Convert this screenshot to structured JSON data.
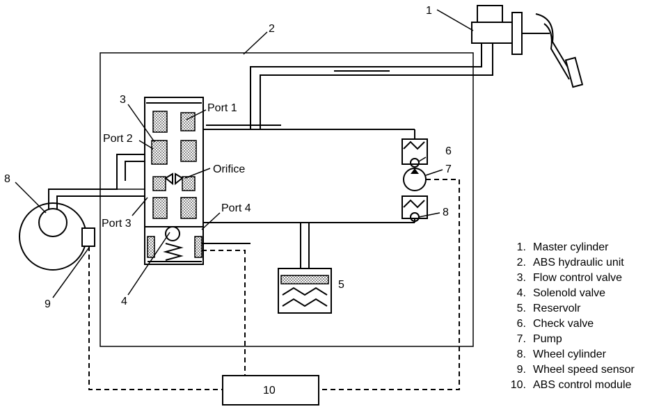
{
  "callouts": {
    "c1": "1",
    "c2": "2",
    "c3": "3",
    "c4": "4",
    "c5": "5",
    "c6": "6",
    "c7": "7",
    "c8": "8",
    "c8b": "8",
    "c9": "9",
    "c10": "10"
  },
  "ports": {
    "port1": "Port 1",
    "port2": "Port 2",
    "port3": "Port 3",
    "port4": "Port 4",
    "orifice": "Orifice"
  },
  "legend": [
    {
      "num": "1.",
      "label": "Master cylinder"
    },
    {
      "num": "2.",
      "label": "ABS hydraulic unit"
    },
    {
      "num": "3.",
      "label": "Flow control valve"
    },
    {
      "num": "4.",
      "label": "Solenold valve"
    },
    {
      "num": "5.",
      "label": "Reservolr"
    },
    {
      "num": "6.",
      "label": "Check valve"
    },
    {
      "num": "7.",
      "label": "Pump"
    },
    {
      "num": "8.",
      "label": "Wheel cylinder"
    },
    {
      "num": "9.",
      "label": "Wheel speed sensor"
    },
    {
      "num": "10.",
      "label": "ABS control module"
    }
  ]
}
